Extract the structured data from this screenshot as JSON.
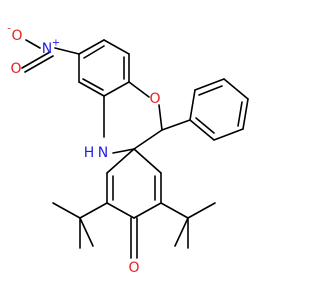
{
  "colors": {
    "bond": "#000000",
    "carbon_text": "#000000",
    "nitrogen": "#1f1fe6",
    "oxygen": "#e61f1f"
  },
  "atoms": {
    "nitro_o_minus": "O",
    "nitro_o_minus_charge": "-",
    "nitro_n": "N",
    "nitro_n_charge": "+",
    "nitro_o_double": "O",
    "ring_o": "O",
    "ring_nh": "N",
    "ring_nh_h": "H",
    "ketone_o": "O"
  }
}
